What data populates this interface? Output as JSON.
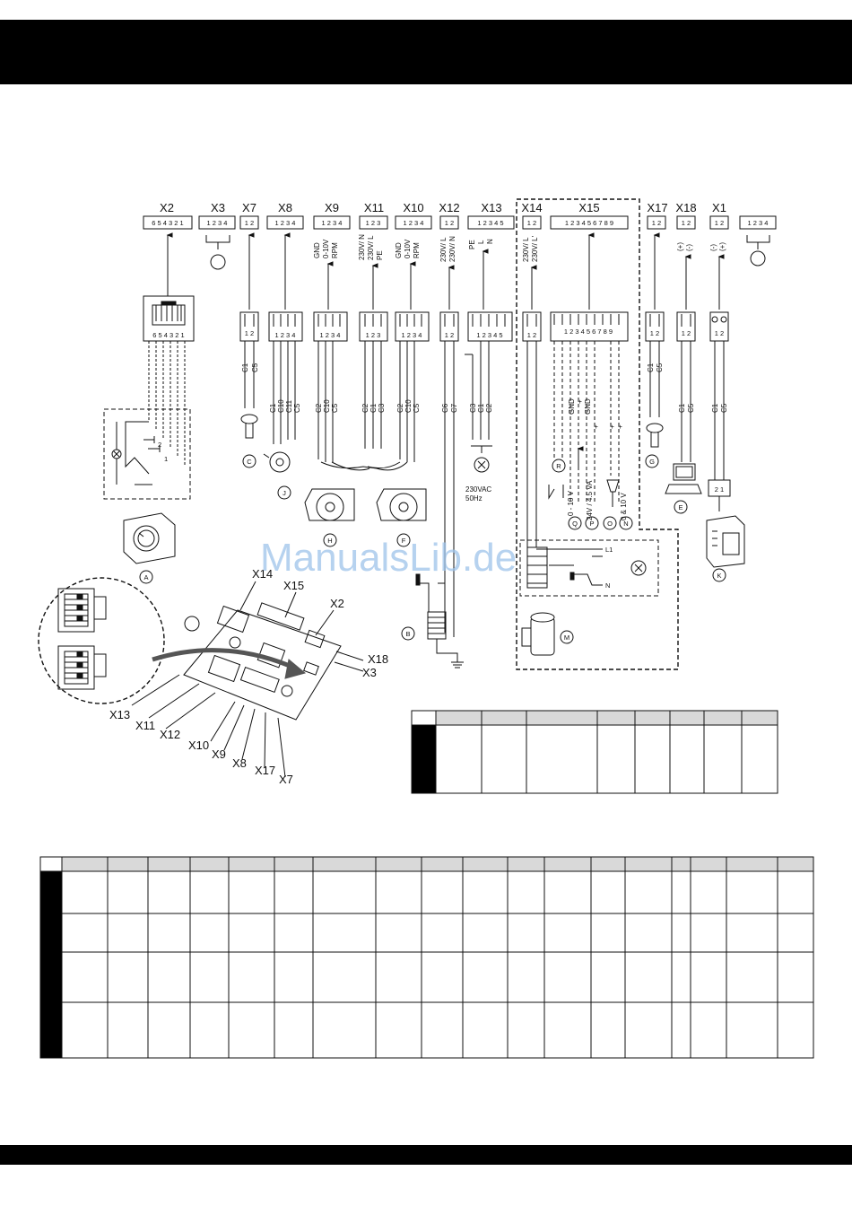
{
  "watermark": "ManualsLib.de",
  "top_connectors": [
    {
      "name": "X2",
      "pins": "6 5 4 3 2 1"
    },
    {
      "name": "X3",
      "pins": "1 2 3 4"
    },
    {
      "name": "X7",
      "pins": "1 2"
    },
    {
      "name": "X8",
      "pins": "1 2 3 4"
    },
    {
      "name": "X9",
      "pins": "1 2 3 4"
    },
    {
      "name": "X11",
      "pins": "1 2 3"
    },
    {
      "name": "X10",
      "pins": "1 2 3 4"
    },
    {
      "name": "X12",
      "pins": "1 2"
    },
    {
      "name": "X13",
      "pins": "1 2 3 4 5"
    },
    {
      "name": "X14",
      "pins": "1 2"
    },
    {
      "name": "X15",
      "pins": "1 2 3 4 5 6 7 8 9"
    },
    {
      "name": "X17",
      "pins": "1 2"
    },
    {
      "name": "X18",
      "pins": "1 2"
    },
    {
      "name": "X1",
      "pins": "1 2"
    },
    {
      "name": "",
      "pins": "1 2 3 4"
    }
  ],
  "signals": {
    "x9": [
      "GND",
      "0-10V",
      "RPM"
    ],
    "x11": [
      "230V/ N",
      "230V/ L",
      "PE"
    ],
    "x10": [
      "GND",
      "0-10V",
      "RPM"
    ],
    "x12": [
      "230V/ L",
      "230V/ N"
    ],
    "x13": [
      "PE",
      "L",
      "N"
    ],
    "x14": [
      "230V/ L",
      "230V/ L'"
    ],
    "x18": [
      "(+)",
      "(-)"
    ],
    "x1": [
      "(-)",
      "(+)"
    ]
  },
  "plug_pins": {
    "p2": "6 5 4 3 2 1",
    "p2x": "1 2",
    "p4": "1 2 3 4",
    "p3": "1 2 3",
    "p5": "1 2 3 4 5",
    "p9": "1 2 3 4 5 6 7 8 9"
  },
  "cables": {
    "x7": [
      "C1",
      "C5"
    ],
    "x8": [
      "C1",
      "C10",
      "C11",
      "C5"
    ],
    "x9": [
      "C2",
      "C10",
      "C5"
    ],
    "x11": [
      "C2",
      "C1",
      "C3"
    ],
    "x10": [
      "C2",
      "C10",
      "C5"
    ],
    "x12": [
      "C6",
      "C7"
    ],
    "x13": [
      "C3",
      "C1",
      "C2"
    ],
    "x17": [
      "C1",
      "C5"
    ],
    "x18": [
      "C1",
      "C5"
    ],
    "x1": [
      "C1",
      "C5"
    ]
  },
  "x15_terminals": [
    "GND",
    "+",
    "GND",
    "+",
    "+",
    "+"
  ],
  "x15_legend": [
    "0 - 10 V",
    "24V / 4.5 VA",
    "0 & 10 V"
  ],
  "mains": [
    "230VAC",
    "50Hz"
  ],
  "m_labels": [
    "L1",
    "N"
  ],
  "components": [
    "A",
    "B",
    "C",
    "E",
    "F",
    "G",
    "H",
    "J",
    "K",
    "M",
    "N",
    "O",
    "P",
    "Q",
    "R"
  ],
  "board_labels": [
    "X14",
    "X15",
    "X2",
    "X18",
    "X3",
    "X13",
    "X11",
    "X12",
    "X10",
    "X9",
    "X8",
    "X17",
    "X7"
  ]
}
